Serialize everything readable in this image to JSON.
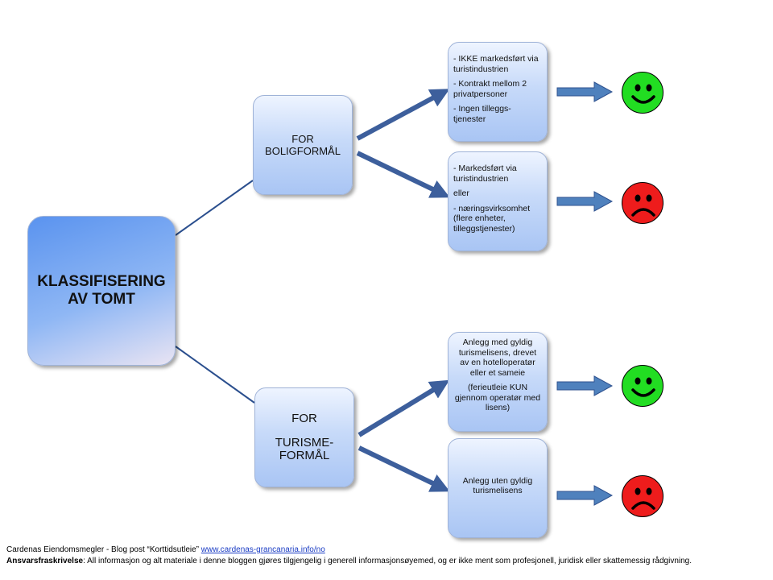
{
  "root": {
    "line1": "KLASSIFISERING",
    "line2": "AV TOMT"
  },
  "branch_residential": {
    "line1": "FOR",
    "line2": "BOLIGFORMÅL"
  },
  "branch_tourism": {
    "line1": "FOR",
    "line2": "TURISME-",
    "line3": "FORMÅL"
  },
  "leaf_residential_ok": {
    "items": [
      "- IKKE markedsført via turistindustrien",
      "- Kontrakt mellom 2 privatpersoner",
      "- Ingen tilleggs-tjenester"
    ]
  },
  "leaf_residential_bad": {
    "items": [
      "- Markedsført via turistindustrien",
      "eller",
      "- næringsvirksomhet (flere enheter, tilleggstjenester)"
    ]
  },
  "leaf_tourism_ok": {
    "text1": "Anlegg med gyldig turismelisens, drevet av en hotelloperatør eller et sameie",
    "text2": "(ferieutleie KUN gjennom operatør med lisens)"
  },
  "leaf_tourism_bad": {
    "text": "Anlegg uten gyldig turismelisens"
  },
  "colors": {
    "happy": "#22dd22",
    "sad": "#ee1c1c",
    "arrow": "#3d5f9c"
  },
  "icons": [
    "happy-face-icon",
    "sad-face-icon",
    "happy-face-icon",
    "sad-face-icon"
  ],
  "footer": {
    "line1_prefix": "Cardenas Eiendomsmegler - Blog post “Korttidsutleie” ",
    "line1_link": "www.cardenas-grancanaria.info/no",
    "line2_label": "Ansvarsfraskrivelse",
    "line2_text": ": All informasjon og alt materiale i denne bloggen gjøres tilgjengelig i generell informasjonsøyemed, og er ikke ment som profesjonell, juridisk eller skattemessig rådgivning."
  }
}
